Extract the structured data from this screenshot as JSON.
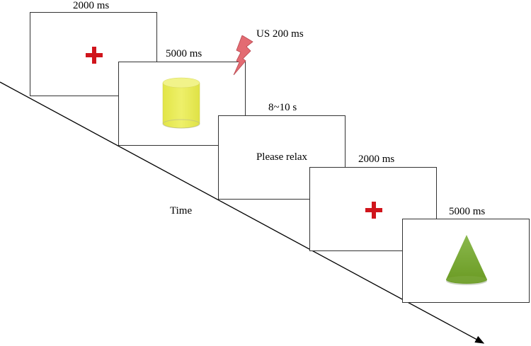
{
  "diagram": {
    "axis_label": "Time",
    "frames": [
      {
        "duration": "2000 ms",
        "stimulus": "fixation-cross"
      },
      {
        "duration": "5000 ms",
        "stimulus": "yellow-cylinder"
      },
      {
        "duration": "8~10 s",
        "stimulus": "text",
        "text": "Please relax"
      },
      {
        "duration": "2000 ms",
        "stimulus": "fixation-cross"
      },
      {
        "duration": "5000 ms",
        "stimulus": "green-cone"
      }
    ],
    "us_label": "US 200 ms",
    "us_icon": "lightning-bolt-icon",
    "colors": {
      "cross": "#d0151c",
      "cylinder": "#e9ec5a",
      "cone": "#6e9f2a",
      "bolt": "#e36b72"
    }
  }
}
